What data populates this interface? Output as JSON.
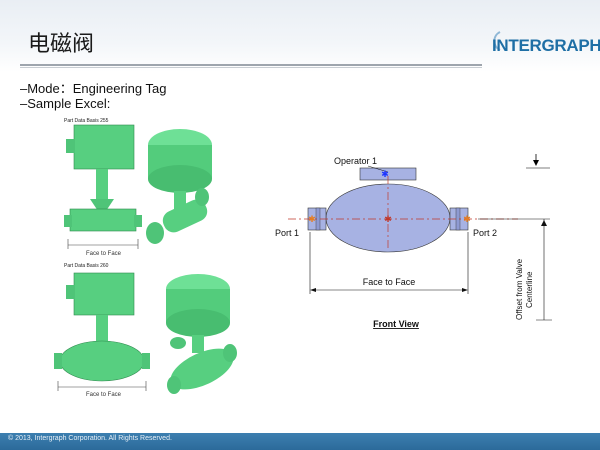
{
  "slide": {
    "title": "电磁阀",
    "logo_text": "INTERGRAPH",
    "bullets": [
      "–Mode：Engineering Tag",
      "–Sample Excel:"
    ],
    "footer": "© 2013, Intergraph Corporation. All Rights Reserved."
  },
  "left_figure": {
    "top_caption": "Part Data Basis 255",
    "top_dimension": "Face to Face",
    "bottom_caption": "Part Data Basis 260",
    "bottom_dimension": "Face to Face",
    "body_color": "#5fd688"
  },
  "front_view": {
    "operator_label": "Operator 1",
    "port1_label": "Port 1",
    "port2_label": "Port 2",
    "dimension_label": "Face to Face",
    "vertical_label_1": "Offset from Valve",
    "vertical_label_2": "Centerline",
    "view_title": "Front View",
    "body_color": "#a7b2e3"
  }
}
